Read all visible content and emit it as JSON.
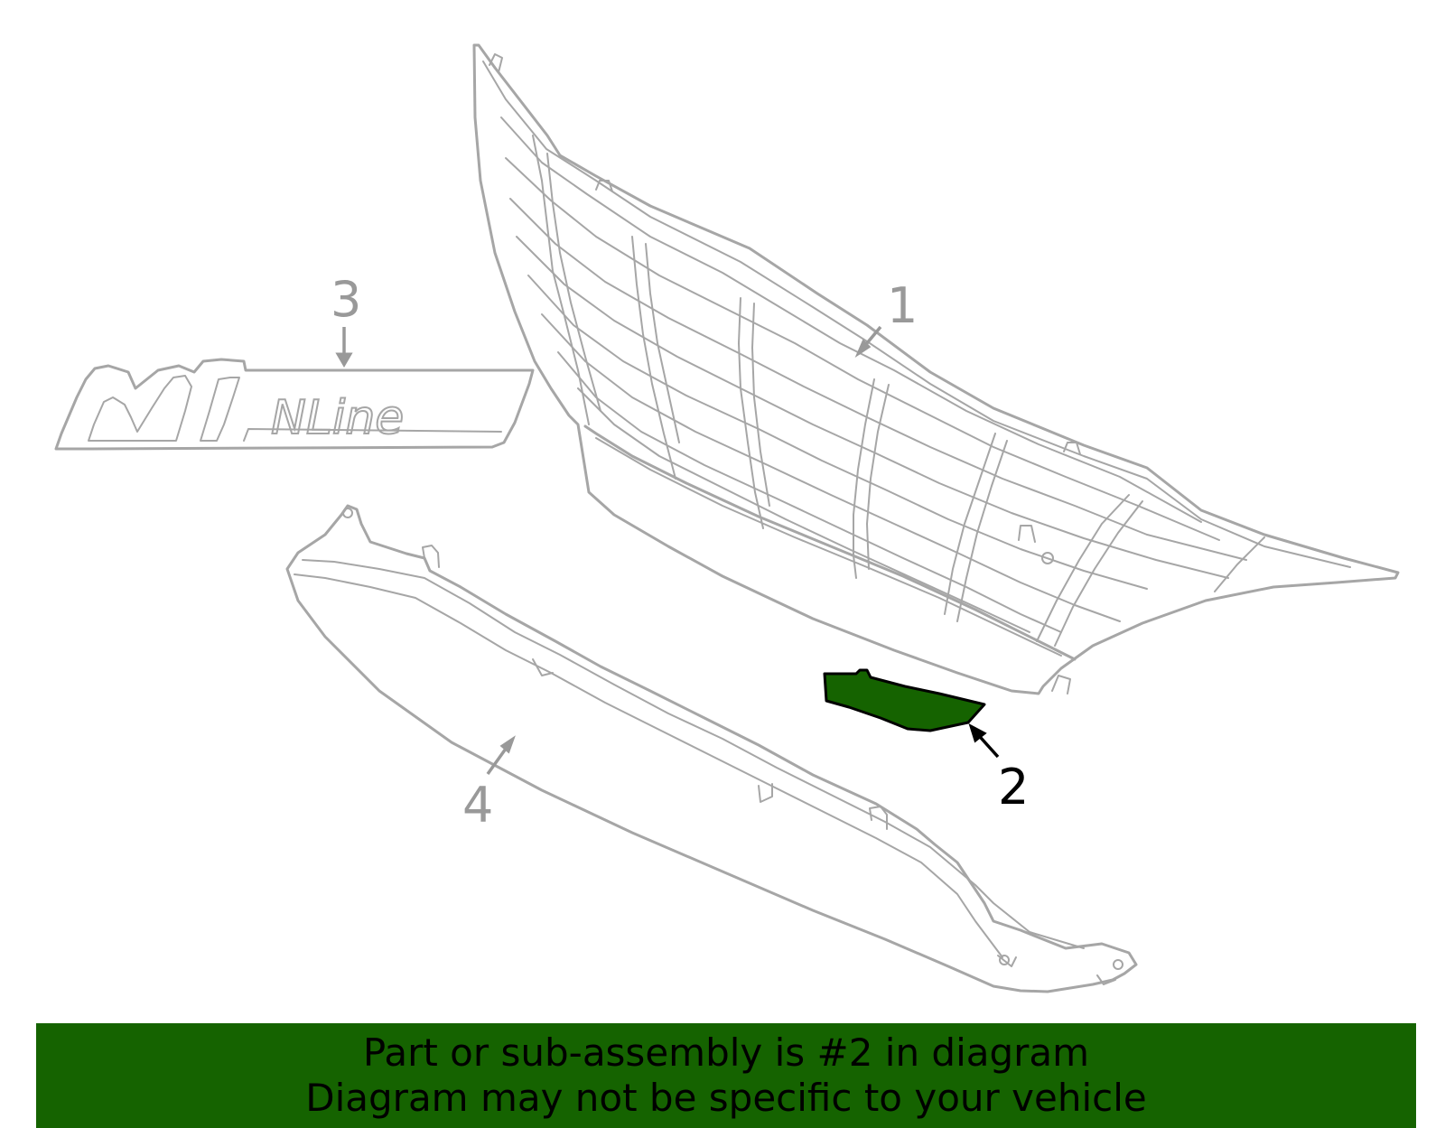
{
  "callouts": {
    "part1": "1",
    "part2": "2",
    "part3": "3",
    "part4": "4"
  },
  "emblem": {
    "text": "NLine"
  },
  "banner": {
    "line1": "Part or sub-assembly is #2 in diagram",
    "line2": "Diagram may not be specific to your vehicle"
  },
  "colors": {
    "highlight_fill": "#156300",
    "banner_background": "#156300",
    "part_outline": "#a6a6a6",
    "callout_text": "#999999",
    "highlight_text": "#000000"
  },
  "highlighted_part": "2"
}
